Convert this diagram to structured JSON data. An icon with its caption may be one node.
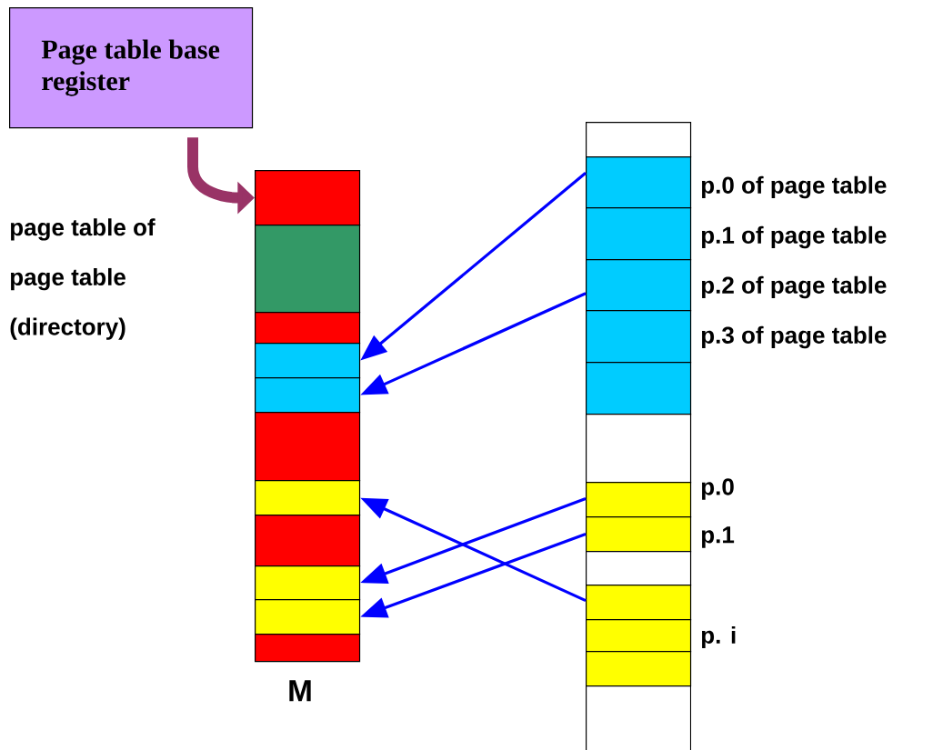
{
  "diagram": {
    "nodes": [
      {
        "text": [
          "Page table base register"
        ]
      },
      {
        "text": [],
        "shape": "box"
      },
      {
        "text": [],
        "shape": "box"
      },
      {
        "text": [],
        "shape": "box"
      },
      {
        "text": [],
        "shape": "box"
      },
      {
        "text": [],
        "shape": "box"
      },
      {
        "text": [],
        "shape": "box"
      },
      {
        "text": [],
        "shape": "box"
      },
      {
        "text": [],
        "shape": "box"
      },
      {
        "text": [],
        "shape": "box"
      },
      {
        "text": [],
        "shape": "box"
      },
      {
        "text": [],
        "shape": "box"
      },
      {
        "text": [],
        "shape": "box"
      },
      {
        "text": [],
        "shape": "box",
        "beside": [
          "p.0 of page table"
        ]
      },
      {
        "text": [],
        "shape": "box",
        "beside": [
          "p.1 of page table"
        ]
      },
      {
        "text": [],
        "shape": "box",
        "beside": [
          "p.2 of page table"
        ]
      },
      {
        "text": [],
        "shape": "box",
        "beside": [
          "p.3 of page table"
        ]
      },
      {
        "text": [],
        "shape": "box"
      },
      {
        "text": [],
        "shape": "box"
      },
      {
        "text": [],
        "shape": "box",
        "beside": [
          "p.0"
        ]
      },
      {
        "text": [],
        "shape": "box",
        "beside": [
          "p.1"
        ]
      },
      {
        "text": [],
        "shape": "box"
      },
      {
        "text": [],
        "shape": "box"
      },
      {
        "text": [],
        "shape": "box",
        "beside": [
          "p. i"
        ]
      },
      {
        "text": [],
        "shape": "box"
      },
      {
        "text": [],
        "shape": "box"
      }
    ],
    "edges": [
      {
        "from": 0,
        "to": 1,
        "arrow": "to",
        "style": "thick",
        "color": "#993366"
      },
      {
        "from": 13,
        "to": 4,
        "arrow": "to"
      },
      {
        "from": 15,
        "to": 5,
        "arrow": "to"
      },
      {
        "from": 19,
        "to": 9,
        "arrow": "to"
      },
      {
        "from": 20,
        "to": 10,
        "arrow": "to"
      },
      {
        "from": 22,
        "to": 7,
        "arrow": "to"
      }
    ],
    "labels": [
      "page table of page table (directory)",
      "M"
    ]
  }
}
